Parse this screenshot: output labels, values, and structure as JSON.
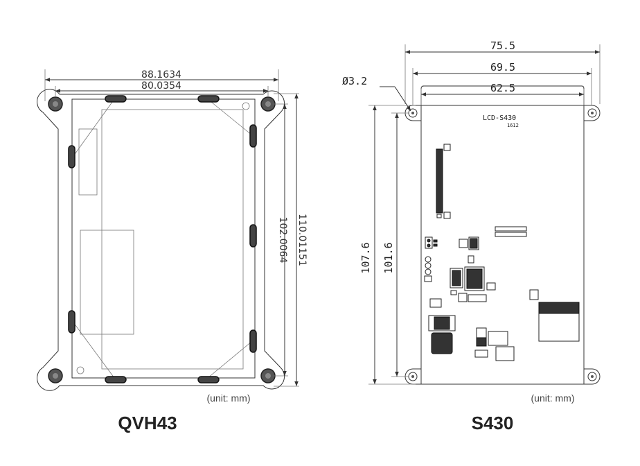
{
  "left": {
    "caption": "QVH43",
    "unit": "(unit: mm)",
    "dims": {
      "outer_width": "88.1634",
      "inner_width": "80.0354",
      "outer_height": "110.01151",
      "inner_height": "102.0064"
    }
  },
  "right": {
    "caption": "S430",
    "unit": "(unit: mm)",
    "board_label": "LCD-S430",
    "board_sub": "1612",
    "dims": {
      "width_outer": "75.5",
      "width_mid": "69.5",
      "width_inner": "62.5",
      "hole": "Ø3.2",
      "height_outer": "107.6",
      "height_inner": "101.6"
    }
  }
}
